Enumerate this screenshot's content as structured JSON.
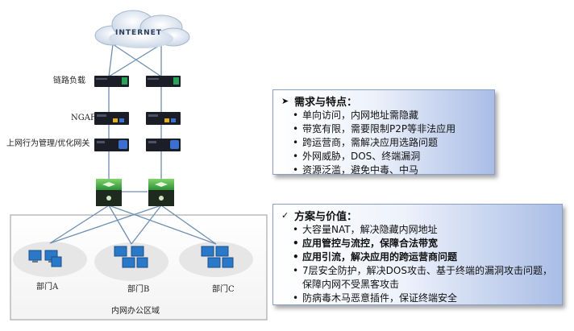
{
  "cloud": {
    "label": "INTERNET"
  },
  "devices": {
    "link_lb": "链路负载",
    "ngaf": "NGAF",
    "behavior_mgmt": "上网行为管理/优化网关"
  },
  "zone": {
    "label": "内网办公区域"
  },
  "departments": [
    "部门A",
    "部门B",
    "部门C"
  ],
  "requirements": {
    "title": "需求与特点：",
    "items": [
      "单向访问，内网地址需隐藏",
      "带宽有限，需要限制P2P等非法应用",
      "跨运营商，需解决应用选路问题",
      "外网威胁，DOS、终端漏洞",
      "资源泛滥，避免中毒、中马"
    ]
  },
  "solutions": {
    "title": "方案与价值：",
    "items": [
      {
        "text": "大容量NAT，解决隐藏内网地址",
        "bold": false
      },
      {
        "text": "应用管控与流控，保障合法带宽",
        "bold": true
      },
      {
        "text": "应用引流，解决应用的跨运营商问题",
        "bold": true
      },
      {
        "text": "7层安全防护，解决DOS攻击、基于终端的漏洞攻击问题，保障内网不受黑客攻击",
        "bold": false
      },
      {
        "text": "防病毒木马恶意插件，保证终端安全",
        "bold": false
      }
    ]
  },
  "colors": {
    "device_body": "#1b1e26",
    "device_port_blue": "#3b6fd0",
    "device_port_green": "#29a35a",
    "switch_green": "#2f8f3a",
    "line": "#6e8fb3",
    "pc_screen": "#2a78c8"
  }
}
